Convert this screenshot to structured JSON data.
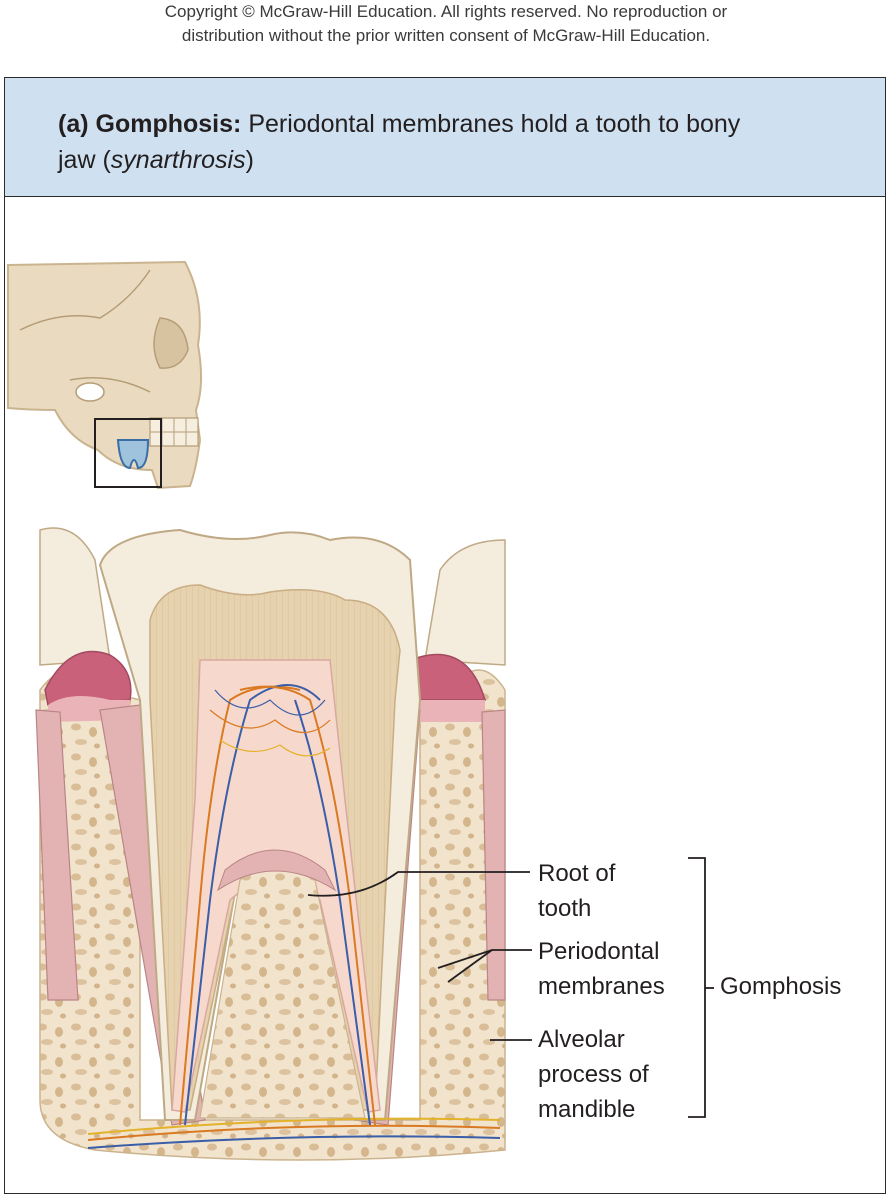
{
  "copyright": {
    "line1": "Copyright © McGraw-Hill Education. All rights reserved. No reproduction or",
    "line2": "distribution without the prior written consent of McGraw-Hill Education."
  },
  "header": {
    "letter": "(a)",
    "term": "Gomphosis:",
    "desc": "Periodontal membranes hold a tooth to bony",
    "desc2": "jaw (",
    "italic": "synarthrosis",
    "close": ")"
  },
  "labels": {
    "root_line1": "Root of",
    "root_line2": "tooth",
    "perio_line1": "Periodontal",
    "perio_line2": "membranes",
    "alveolar_line1": "Alveolar",
    "alveolar_line2": "process of",
    "alveolar_line3": "mandible",
    "gomphosis": "Gomphosis"
  },
  "colors": {
    "header_bg": "#cfe0f0",
    "bone": "#ecdcc2",
    "enamel": "#f4ecdc",
    "dentin": "#e4cfaa",
    "pulp": "#f7d8cc",
    "gum": "#c9617a",
    "membrane": "#d9a0a4",
    "artery": "#d97a22",
    "vein": "#3a5ea8"
  }
}
